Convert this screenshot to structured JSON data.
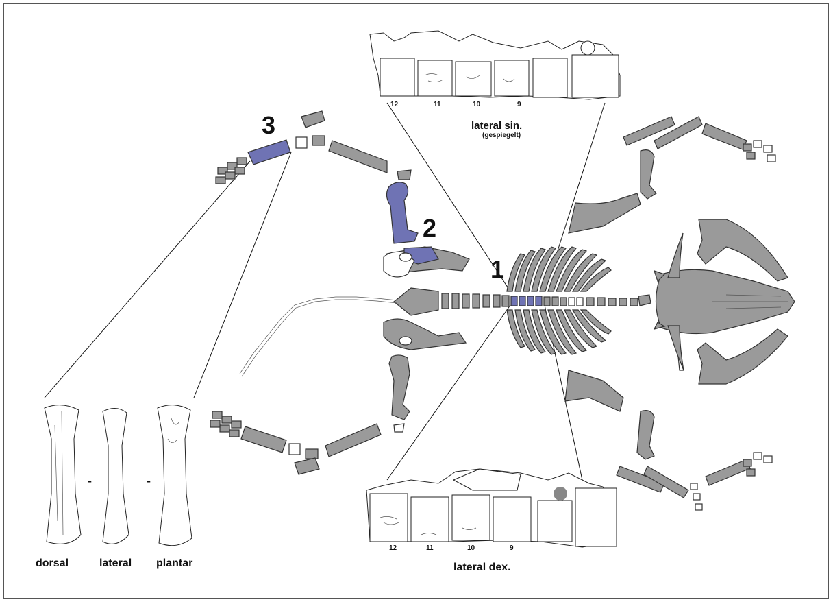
{
  "colors": {
    "bone": "#9a9a9a",
    "highlight": "#6f73b4",
    "outline": "#333333"
  },
  "markers": {
    "m1": "1",
    "m2": "2",
    "m3": "3"
  },
  "top_view": {
    "title": "lateral sin.",
    "subtitle": "(gespiegelt)",
    "vertebra_numbers": [
      "12",
      "11",
      "10",
      "9"
    ]
  },
  "bottom_view": {
    "title": "lateral dex.",
    "vertebra_numbers": [
      "12",
      "11",
      "10",
      "9"
    ]
  },
  "metatarsal_views": {
    "labels": [
      "dorsal",
      "lateral",
      "plantar"
    ],
    "separators": [
      "-",
      "-"
    ]
  }
}
